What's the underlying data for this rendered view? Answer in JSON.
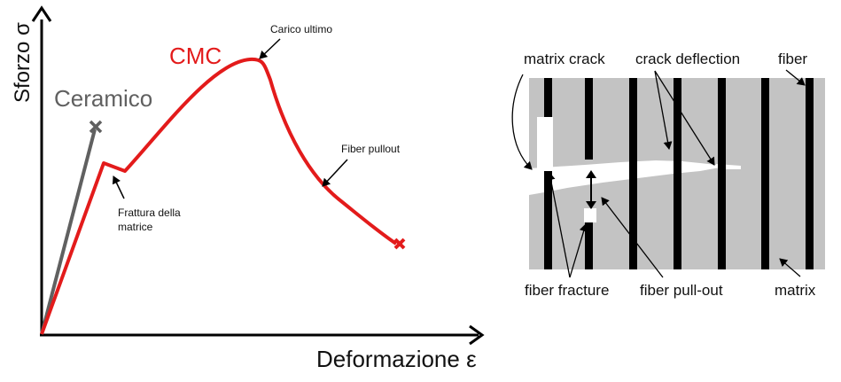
{
  "left_diagram": {
    "y_axis_label": "Sforzo σ",
    "x_axis_label": "Deformazione ε",
    "series": [
      {
        "name": "Ceramico",
        "color": "#606060"
      },
      {
        "name": "CMC",
        "color": "#e31b1b"
      }
    ],
    "annotations": {
      "peak": "Carico ultimo",
      "pullout": "Fiber pullout",
      "matrix_fracture_line1": "Frattura della",
      "matrix_fracture_line2": "matrice"
    }
  },
  "right_diagram": {
    "labels": {
      "matrix_crack": "matrix crack",
      "crack_deflection": "crack deflection",
      "fiber": "fiber",
      "fiber_fracture": "fiber fracture",
      "fiber_pullout": "fiber pull-out",
      "matrix": "matrix"
    },
    "colors": {
      "matrix": "#c3c3c3",
      "fiber": "#000000",
      "crack": "#ffffff"
    }
  }
}
